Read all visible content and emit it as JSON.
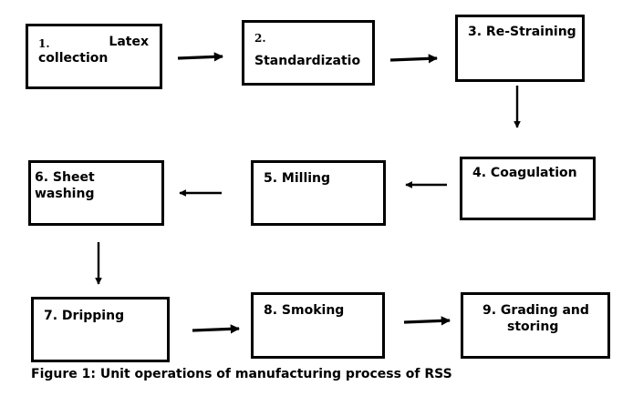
{
  "steps": [
    {
      "number": "1.",
      "text_a": "Latex",
      "text_b": "collection"
    },
    {
      "number": "2.",
      "text": "Standardizatio"
    },
    {
      "label": "3. Re-Straining"
    },
    {
      "label": "4. Coagulation"
    },
    {
      "label": "5. Milling"
    },
    {
      "line1": "6. Sheet",
      "line2": "washing"
    },
    {
      "label": "7. Dripping"
    },
    {
      "label": "8. Smoking"
    },
    {
      "line1": "9. Grading and",
      "line2": "storing"
    }
  ],
  "caption": "Figure 1:  Unit operations of manufacturing process of RSS"
}
